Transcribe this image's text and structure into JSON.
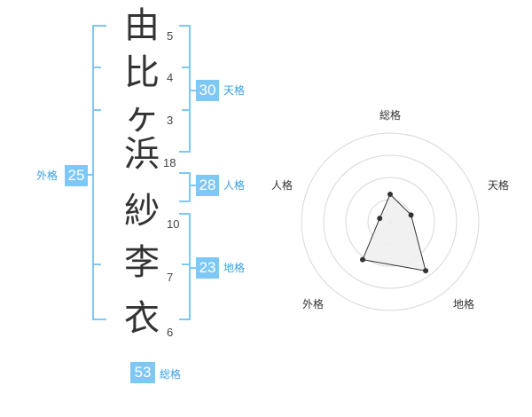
{
  "name": {
    "chars": [
      "由",
      "比",
      "ヶ",
      "浜",
      "紗",
      "李",
      "衣"
    ],
    "strokes": [
      "5",
      "4",
      "3",
      "18",
      "10",
      "7",
      "6"
    ]
  },
  "kakusu": {
    "tenkaku": {
      "value": "30",
      "label": "天格"
    },
    "jinkaku": {
      "value": "28",
      "label": "人格"
    },
    "chikaku": {
      "value": "23",
      "label": "地格"
    },
    "gaikaku": {
      "value": "25",
      "label": "外格"
    },
    "soukaku": {
      "value": "53",
      "label": "総格"
    }
  },
  "colors": {
    "accent": "#7ec8f5",
    "radar_fill": "#efefef"
  },
  "chart_data": {
    "type": "radar",
    "axes": [
      "総格",
      "天格",
      "地格",
      "外格",
      "人格"
    ],
    "values": [
      0.5,
      0.4,
      1.1,
      0.85,
      0.2
    ],
    "rings": 4
  }
}
